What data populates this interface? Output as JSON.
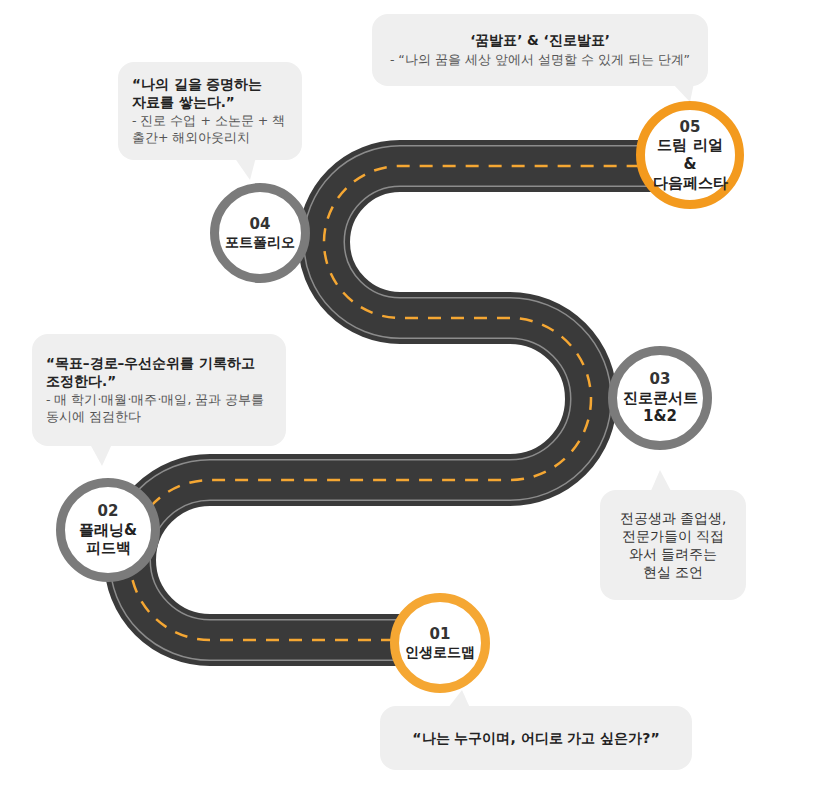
{
  "diagram": {
    "nodes": [
      {
        "text": [
          "01",
          "인생로드맵"
        ]
      },
      {
        "text": [
          "“나는 누구이며, 어디로 가고 싶은가?”"
        ]
      },
      {
        "text": [
          "02",
          "플래닝& 피드백"
        ]
      },
      {
        "text": [
          "“목표–경로–우선순위를 기록하고 조정한다.”",
          "- 매 학기·매월·매주·매일, 꿈과 공부를 동시에 점검한다"
        ]
      },
      {
        "text": [
          "03",
          "진로콘서트 1&2"
        ]
      },
      {
        "text": [
          "전공생과 졸업생, 전문가들이 직접 와서 들려주는 현실 조언"
        ]
      },
      {
        "text": [
          "04",
          "포트폴리오"
        ]
      },
      {
        "text": [
          "“나의 길을 증명하는 자료를 쌓는다.”",
          "- 진로 수업 + 소논문 + 책 출간+ 해외아웃리치"
        ]
      },
      {
        "text": [
          "05",
          "드림 리얼 & 다음페스타"
        ]
      },
      {
        "text": [
          "‘꿈발표’ & ‘진로발표’",
          "- “나의 꿈을 세상 앞에서 설명할 수 있게 되는 단계”"
        ]
      }
    ]
  }
}
